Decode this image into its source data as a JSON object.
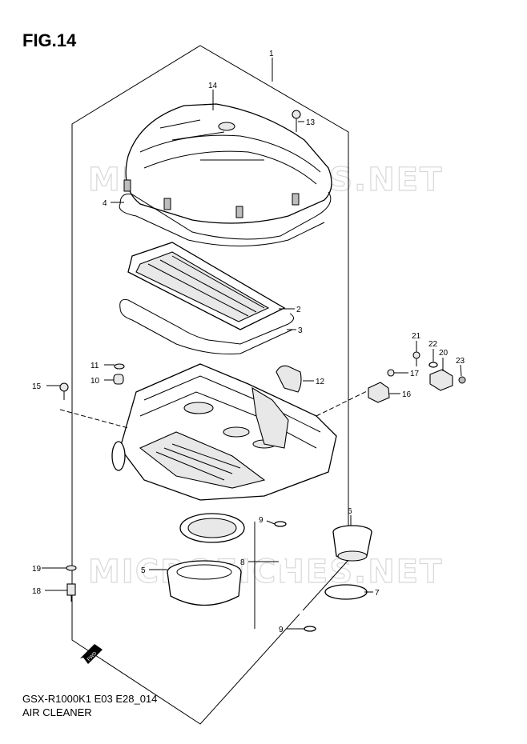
{
  "figure": {
    "title": "FIG.14"
  },
  "footer": {
    "model_code": "GSX-R1000K1 E03 E28_014",
    "section_name": "AIR CLEANER"
  },
  "watermark": {
    "text": "MICROFICHES.NET"
  },
  "direction_marker": {
    "text": "FWD"
  },
  "callouts": {
    "p1": "1",
    "p2": "2",
    "p3": "3",
    "p4": "4",
    "p5": "5",
    "p6": "6",
    "p7": "7",
    "p8": "8",
    "p9a": "9",
    "p9b": "9",
    "p10": "10",
    "p11": "11",
    "p12": "12",
    "p13": "13",
    "p14": "14",
    "p15": "15",
    "p16": "16",
    "p17": "17",
    "p18": "18",
    "p19": "19",
    "p20": "20",
    "p21": "21",
    "p22": "22",
    "p23": "23"
  }
}
